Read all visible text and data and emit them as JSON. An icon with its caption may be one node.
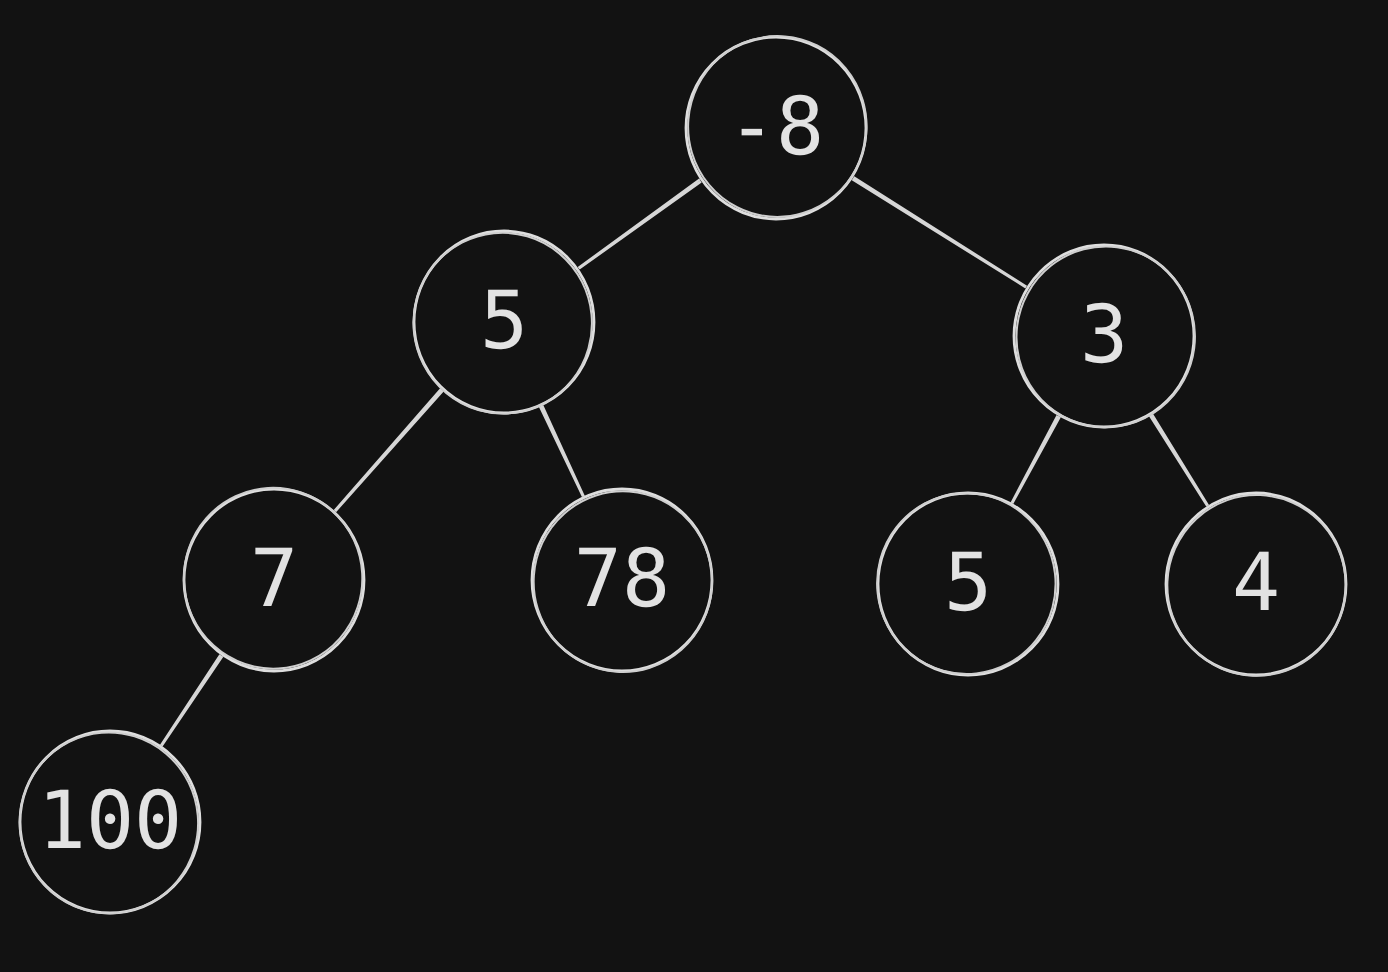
{
  "diagram": {
    "nodes": [
      {
        "text": [
          "-8"
        ]
      },
      {
        "text": [
          "5"
        ]
      },
      {
        "text": [
          "3"
        ]
      },
      {
        "text": [
          "7"
        ]
      },
      {
        "text": [
          "78"
        ]
      },
      {
        "text": [
          "5"
        ]
      },
      {
        "text": [
          "4"
        ]
      },
      {
        "text": [
          "100"
        ]
      }
    ],
    "edges": [
      {
        "from": 0,
        "to": 1,
        "arrow": "none"
      },
      {
        "from": 0,
        "to": 2,
        "arrow": "none"
      },
      {
        "from": 1,
        "to": 3,
        "arrow": "none"
      },
      {
        "from": 1,
        "to": 4,
        "arrow": "none"
      },
      {
        "from": 2,
        "to": 5,
        "arrow": "none"
      },
      {
        "from": 2,
        "to": 6,
        "arrow": "none"
      },
      {
        "from": 3,
        "to": 7,
        "arrow": "none"
      }
    ]
  }
}
